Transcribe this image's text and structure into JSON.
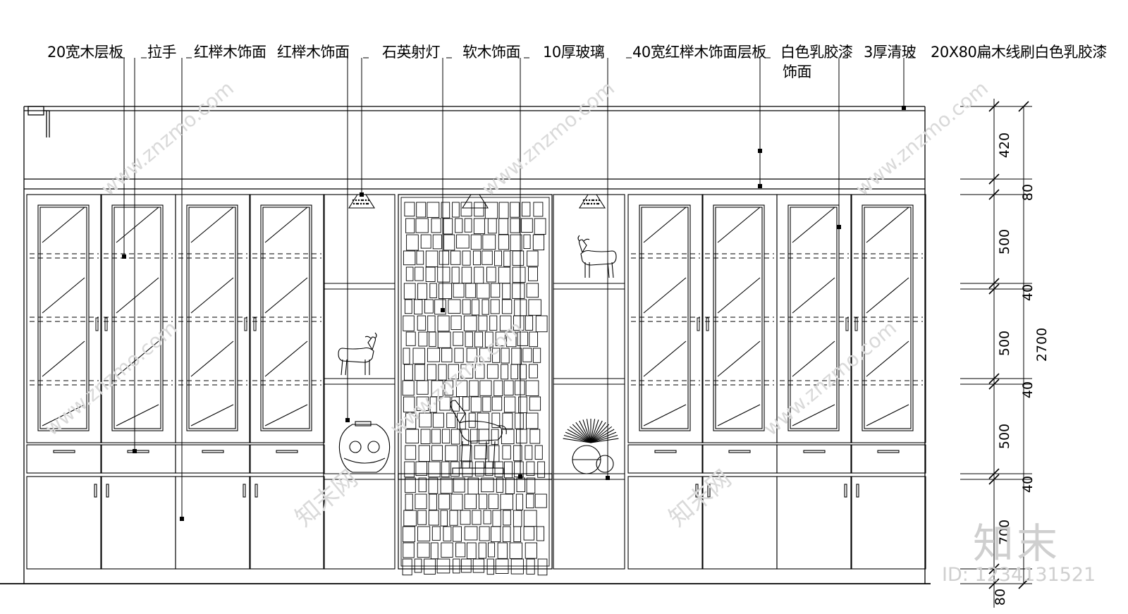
{
  "annotations": [
    "20宽木层板",
    "拉手",
    "红榉木饰面",
    "红榉木饰面",
    "石英射灯",
    "软木饰面",
    "10厚玻璃",
    "40宽红榉木饰面层板",
    "白色乳胶漆",
    "饰面",
    "3厚清玻",
    "20X80扁木线刷白色乳胶漆"
  ],
  "dimensions": {
    "segments": [
      "420",
      "80",
      "500",
      "40",
      "500",
      "40",
      "500",
      "40",
      "700",
      "80"
    ],
    "total": "2700"
  },
  "watermark": {
    "logo": "知末",
    "id": "ID: 1234131521",
    "site": "www.znzmo.com",
    "brand": "知末网"
  }
}
